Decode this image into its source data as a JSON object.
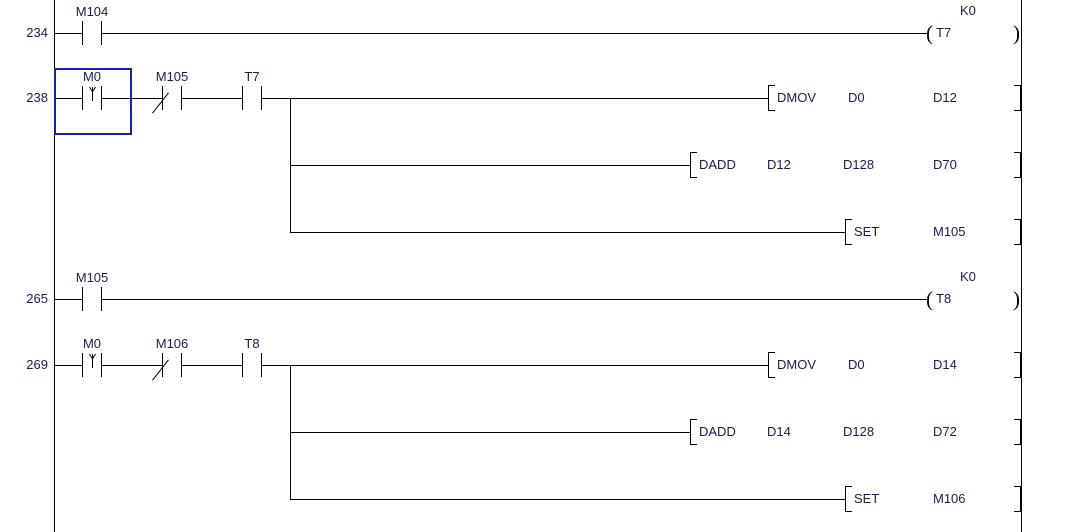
{
  "editor": {
    "type": "ladder-logic-diagram",
    "background_color": "#ffffff",
    "line_color": "#000000",
    "text_color": "#1b1b4d",
    "selection_color": "#1323a8"
  },
  "rungs": [
    {
      "step": "234",
      "contacts": [
        {
          "name": "M104",
          "type": "normally-open"
        }
      ],
      "coil": {
        "name": "T7",
        "preset": "K0"
      }
    },
    {
      "step": "238",
      "selected_contact": "M0",
      "contacts": [
        {
          "name": "M0",
          "type": "rising-edge"
        },
        {
          "name": "M105",
          "type": "normally-closed"
        },
        {
          "name": "T7",
          "type": "normally-open"
        }
      ],
      "instructions": [
        {
          "mnemonic": "DMOV",
          "operands": [
            "D0",
            "D12"
          ]
        },
        {
          "mnemonic": "DADD",
          "operands": [
            "D12",
            "D128",
            "D70"
          ]
        },
        {
          "mnemonic": "SET",
          "operands": [
            "M105"
          ]
        }
      ]
    },
    {
      "step": "265",
      "contacts": [
        {
          "name": "M105",
          "type": "normally-open"
        }
      ],
      "coil": {
        "name": "T8",
        "preset": "K0"
      }
    },
    {
      "step": "269",
      "contacts": [
        {
          "name": "M0",
          "type": "rising-edge"
        },
        {
          "name": "M106",
          "type": "normally-closed"
        },
        {
          "name": "T8",
          "type": "normally-open"
        }
      ],
      "instructions": [
        {
          "mnemonic": "DMOV",
          "operands": [
            "D0",
            "D14"
          ]
        },
        {
          "mnemonic": "DADD",
          "operands": [
            "D14",
            "D128",
            "D72"
          ]
        },
        {
          "mnemonic": "SET",
          "operands": [
            "M106"
          ]
        }
      ]
    }
  ]
}
